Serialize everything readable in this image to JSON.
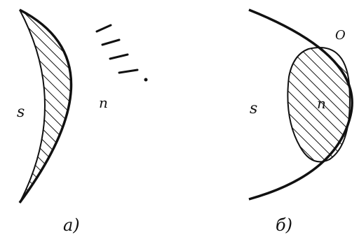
{
  "panel_a": {
    "region_s": "s",
    "region_n": "n",
    "caption": "а)"
  },
  "panel_b": {
    "region_s": "s",
    "region_n": "n",
    "point_label": "O",
    "caption": "б)"
  }
}
